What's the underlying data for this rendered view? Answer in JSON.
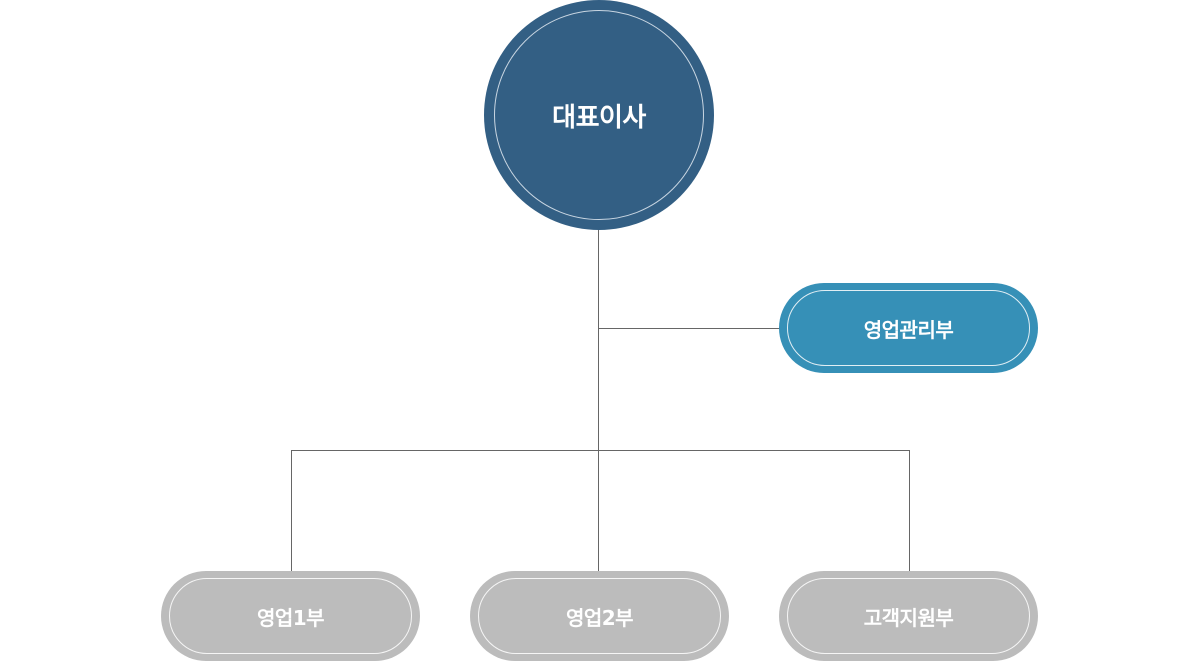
{
  "chart": {
    "root": {
      "label": "대표이사",
      "color": "#335f84"
    },
    "staff": {
      "label": "영업관리부",
      "color": "#3690b7"
    },
    "departments": [
      {
        "label": "영업1부",
        "color": "#bcbcbc"
      },
      {
        "label": "영업2부",
        "color": "#bcbcbc"
      },
      {
        "label": "고객지원부",
        "color": "#bcbcbc"
      }
    ],
    "connector_color": "#666666"
  }
}
